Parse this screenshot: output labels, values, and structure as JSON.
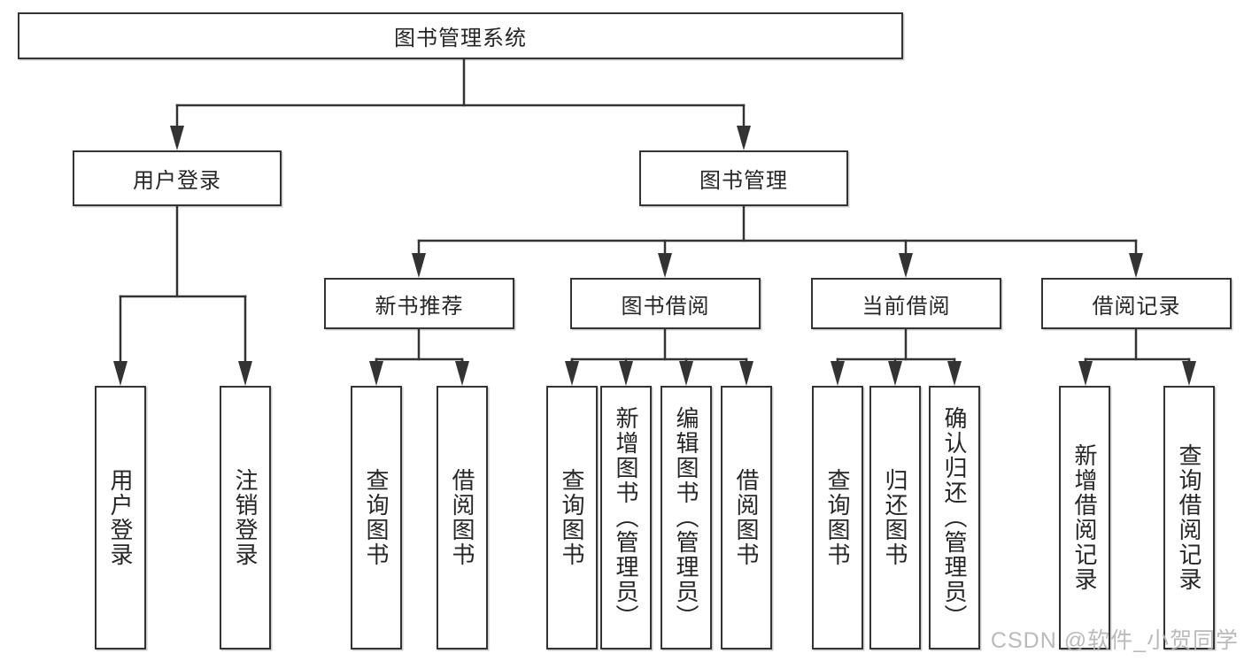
{
  "diagram_title": "图书管理系统",
  "tree": {
    "root": {
      "label": "图书管理系统",
      "children": [
        {
          "label": "用户登录",
          "children": [
            {
              "label": "用户登录"
            },
            {
              "label": "注销登录"
            }
          ]
        },
        {
          "label": "图书管理",
          "children": [
            {
              "label": "新书推荐",
              "children": [
                {
                  "label": "查询图书"
                },
                {
                  "label": "借阅图书"
                }
              ]
            },
            {
              "label": "图书借阅",
              "children": [
                {
                  "label": "查询图书"
                },
                {
                  "label": "新增图书（管理员）"
                },
                {
                  "label": "编辑图书（管理员）"
                },
                {
                  "label": "借阅图书"
                }
              ]
            },
            {
              "label": "当前借阅",
              "children": [
                {
                  "label": "查询图书"
                },
                {
                  "label": "归还图书"
                },
                {
                  "label": "确认归还（管理员）"
                }
              ]
            },
            {
              "label": "借阅记录",
              "children": [
                {
                  "label": "新增借阅记录"
                },
                {
                  "label": "查询借阅记录"
                }
              ]
            }
          ]
        }
      ]
    }
  },
  "watermark": {
    "text": "CSDN @软件_小贺同学"
  },
  "colors": {
    "line": "#333333",
    "text": "#262626",
    "background": "#ffffff",
    "watermark": "#b5b5b5"
  }
}
